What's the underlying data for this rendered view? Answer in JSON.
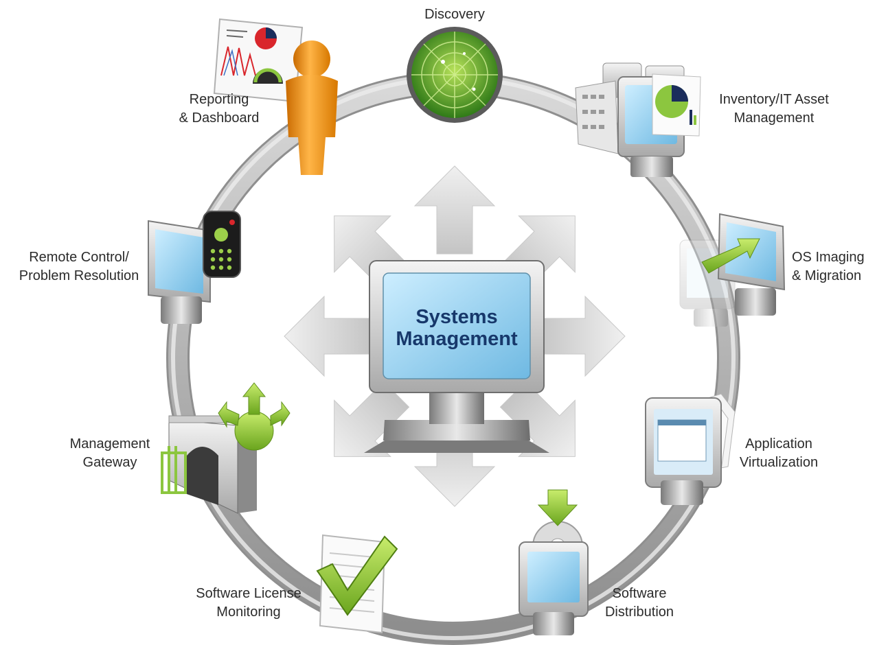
{
  "center": {
    "line1": "Systems",
    "line2": "Management"
  },
  "nodes": [
    {
      "id": "discovery",
      "lines": [
        "Discovery"
      ],
      "icon": "radar-icon"
    },
    {
      "id": "inventory",
      "lines": [
        "Inventory/IT Asset",
        "Management"
      ],
      "icon": "server-monitor-pie-chart-icon"
    },
    {
      "id": "os-imaging",
      "lines": [
        "OS Imaging",
        "& Migration"
      ],
      "icon": "monitor-migration-arrow-icon"
    },
    {
      "id": "app-virtualization",
      "lines": [
        "Application",
        "Virtualization"
      ],
      "icon": "monitor-windows-icon"
    },
    {
      "id": "software-distribution",
      "lines": [
        "Software",
        "Distribution"
      ],
      "icon": "monitor-cd-download-icon"
    },
    {
      "id": "license-monitoring",
      "lines": [
        "Software License",
        "Monitoring"
      ],
      "icon": "document-checkmark-icon"
    },
    {
      "id": "management-gateway",
      "lines": [
        "Management",
        "Gateway"
      ],
      "icon": "gateway-arch-icon"
    },
    {
      "id": "remote-control",
      "lines": [
        "Remote Control/",
        "Problem Resolution"
      ],
      "icon": "monitor-remote-control-icon"
    },
    {
      "id": "reporting",
      "lines": [
        "Reporting",
        "& Dashboard"
      ],
      "icon": "person-dashboard-icon"
    }
  ],
  "colors": {
    "ring": "#9a9a9a",
    "ring_highlight": "#e4e4e4",
    "arrows": "#dcdcdc",
    "screen": "#9fd4ef",
    "title_text": "#17386b",
    "accent_green": "#8cc63f",
    "accent_orange": "#f39c12",
    "radar": "#3f8f1f"
  }
}
